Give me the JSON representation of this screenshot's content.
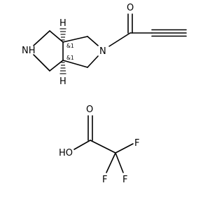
{
  "molecules": [
    {
      "atoms": {
        "nh": "NH",
        "n": "N",
        "o": "O",
        "h_top": "H",
        "h_bottom": "H"
      },
      "stereo": {
        "top": "&1",
        "bottom": "&1"
      }
    },
    {
      "atoms": {
        "o": "O",
        "ho": "HO",
        "f1": "F",
        "f2": "F",
        "f3": "F"
      }
    }
  ],
  "colors": {
    "ink": "#000000",
    "background": "#ffffff"
  }
}
